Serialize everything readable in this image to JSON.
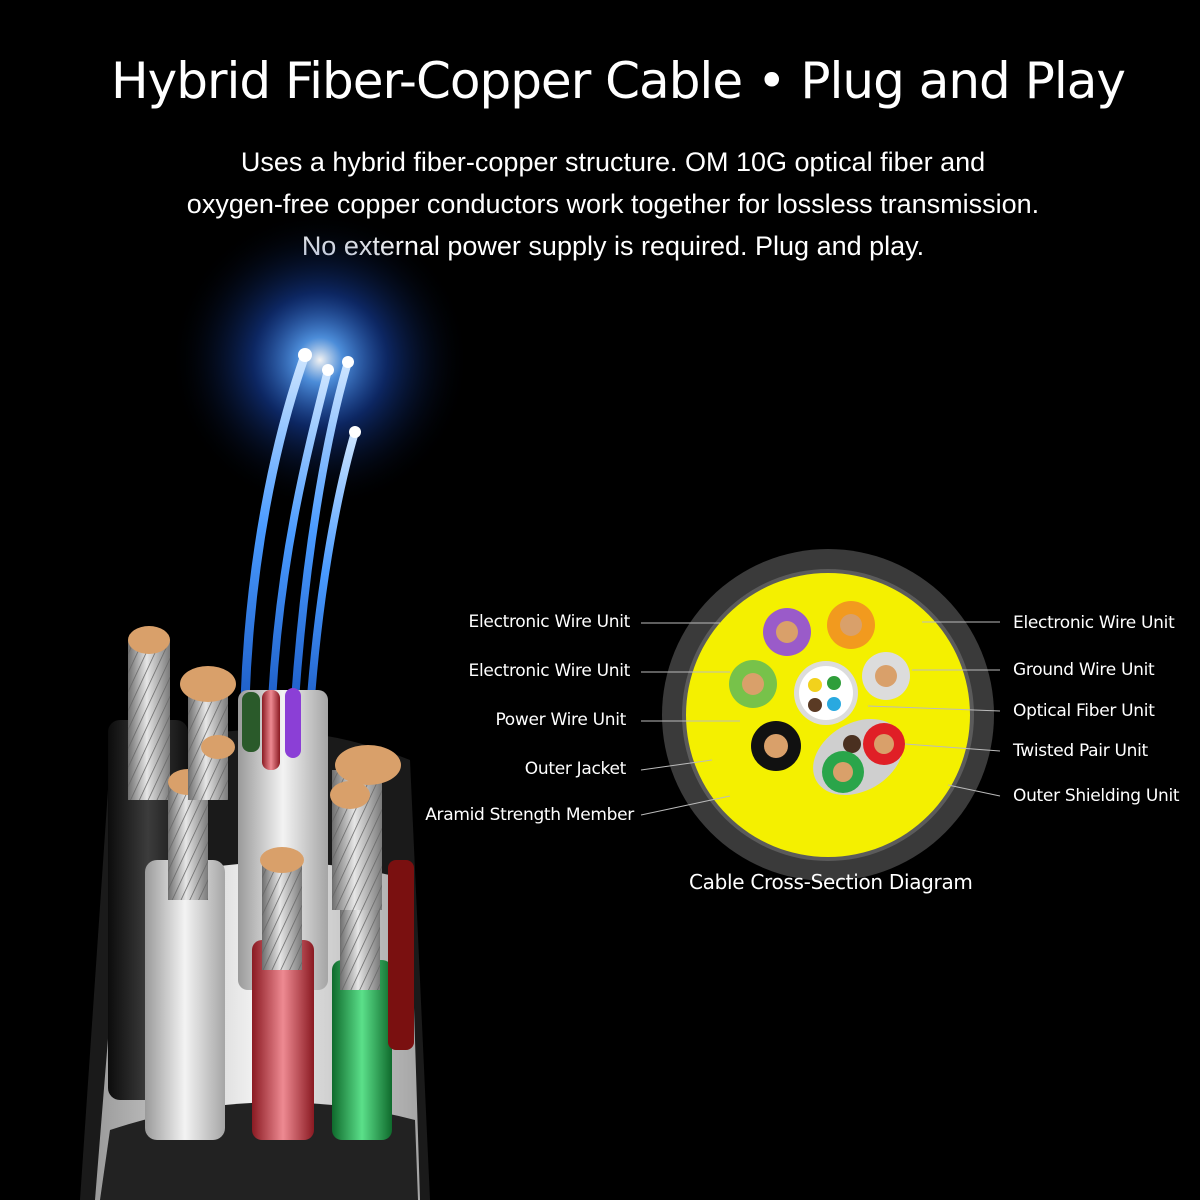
{
  "header": {
    "title": "Hybrid Fiber-Copper Cable  •  Plug and Play",
    "description_lines": [
      "Uses a hybrid fiber-copper structure. OM 10G optical fiber and",
      "oxygen-free copper conductors work together for lossless transmission.",
      "No external power supply is required. Plug and play."
    ]
  },
  "diagram": {
    "caption": "Cable Cross-Section Diagram",
    "labels_left": [
      "Electronic Wire Unit",
      "Electronic Wire Unit",
      "Power Wire Unit",
      "Outer Jacket",
      "Aramid Strength Member"
    ],
    "labels_right": [
      "Electronic Wire Unit",
      "Ground Wire Unit",
      "Optical Fiber Unit",
      "Twisted Pair Unit",
      "Outer Shielding Unit"
    ],
    "colors": {
      "filler": "#f4f000",
      "jacket": "#3a3a3a",
      "fiber_glow": "#2f7bff",
      "copper": "#d9a06a"
    }
  }
}
